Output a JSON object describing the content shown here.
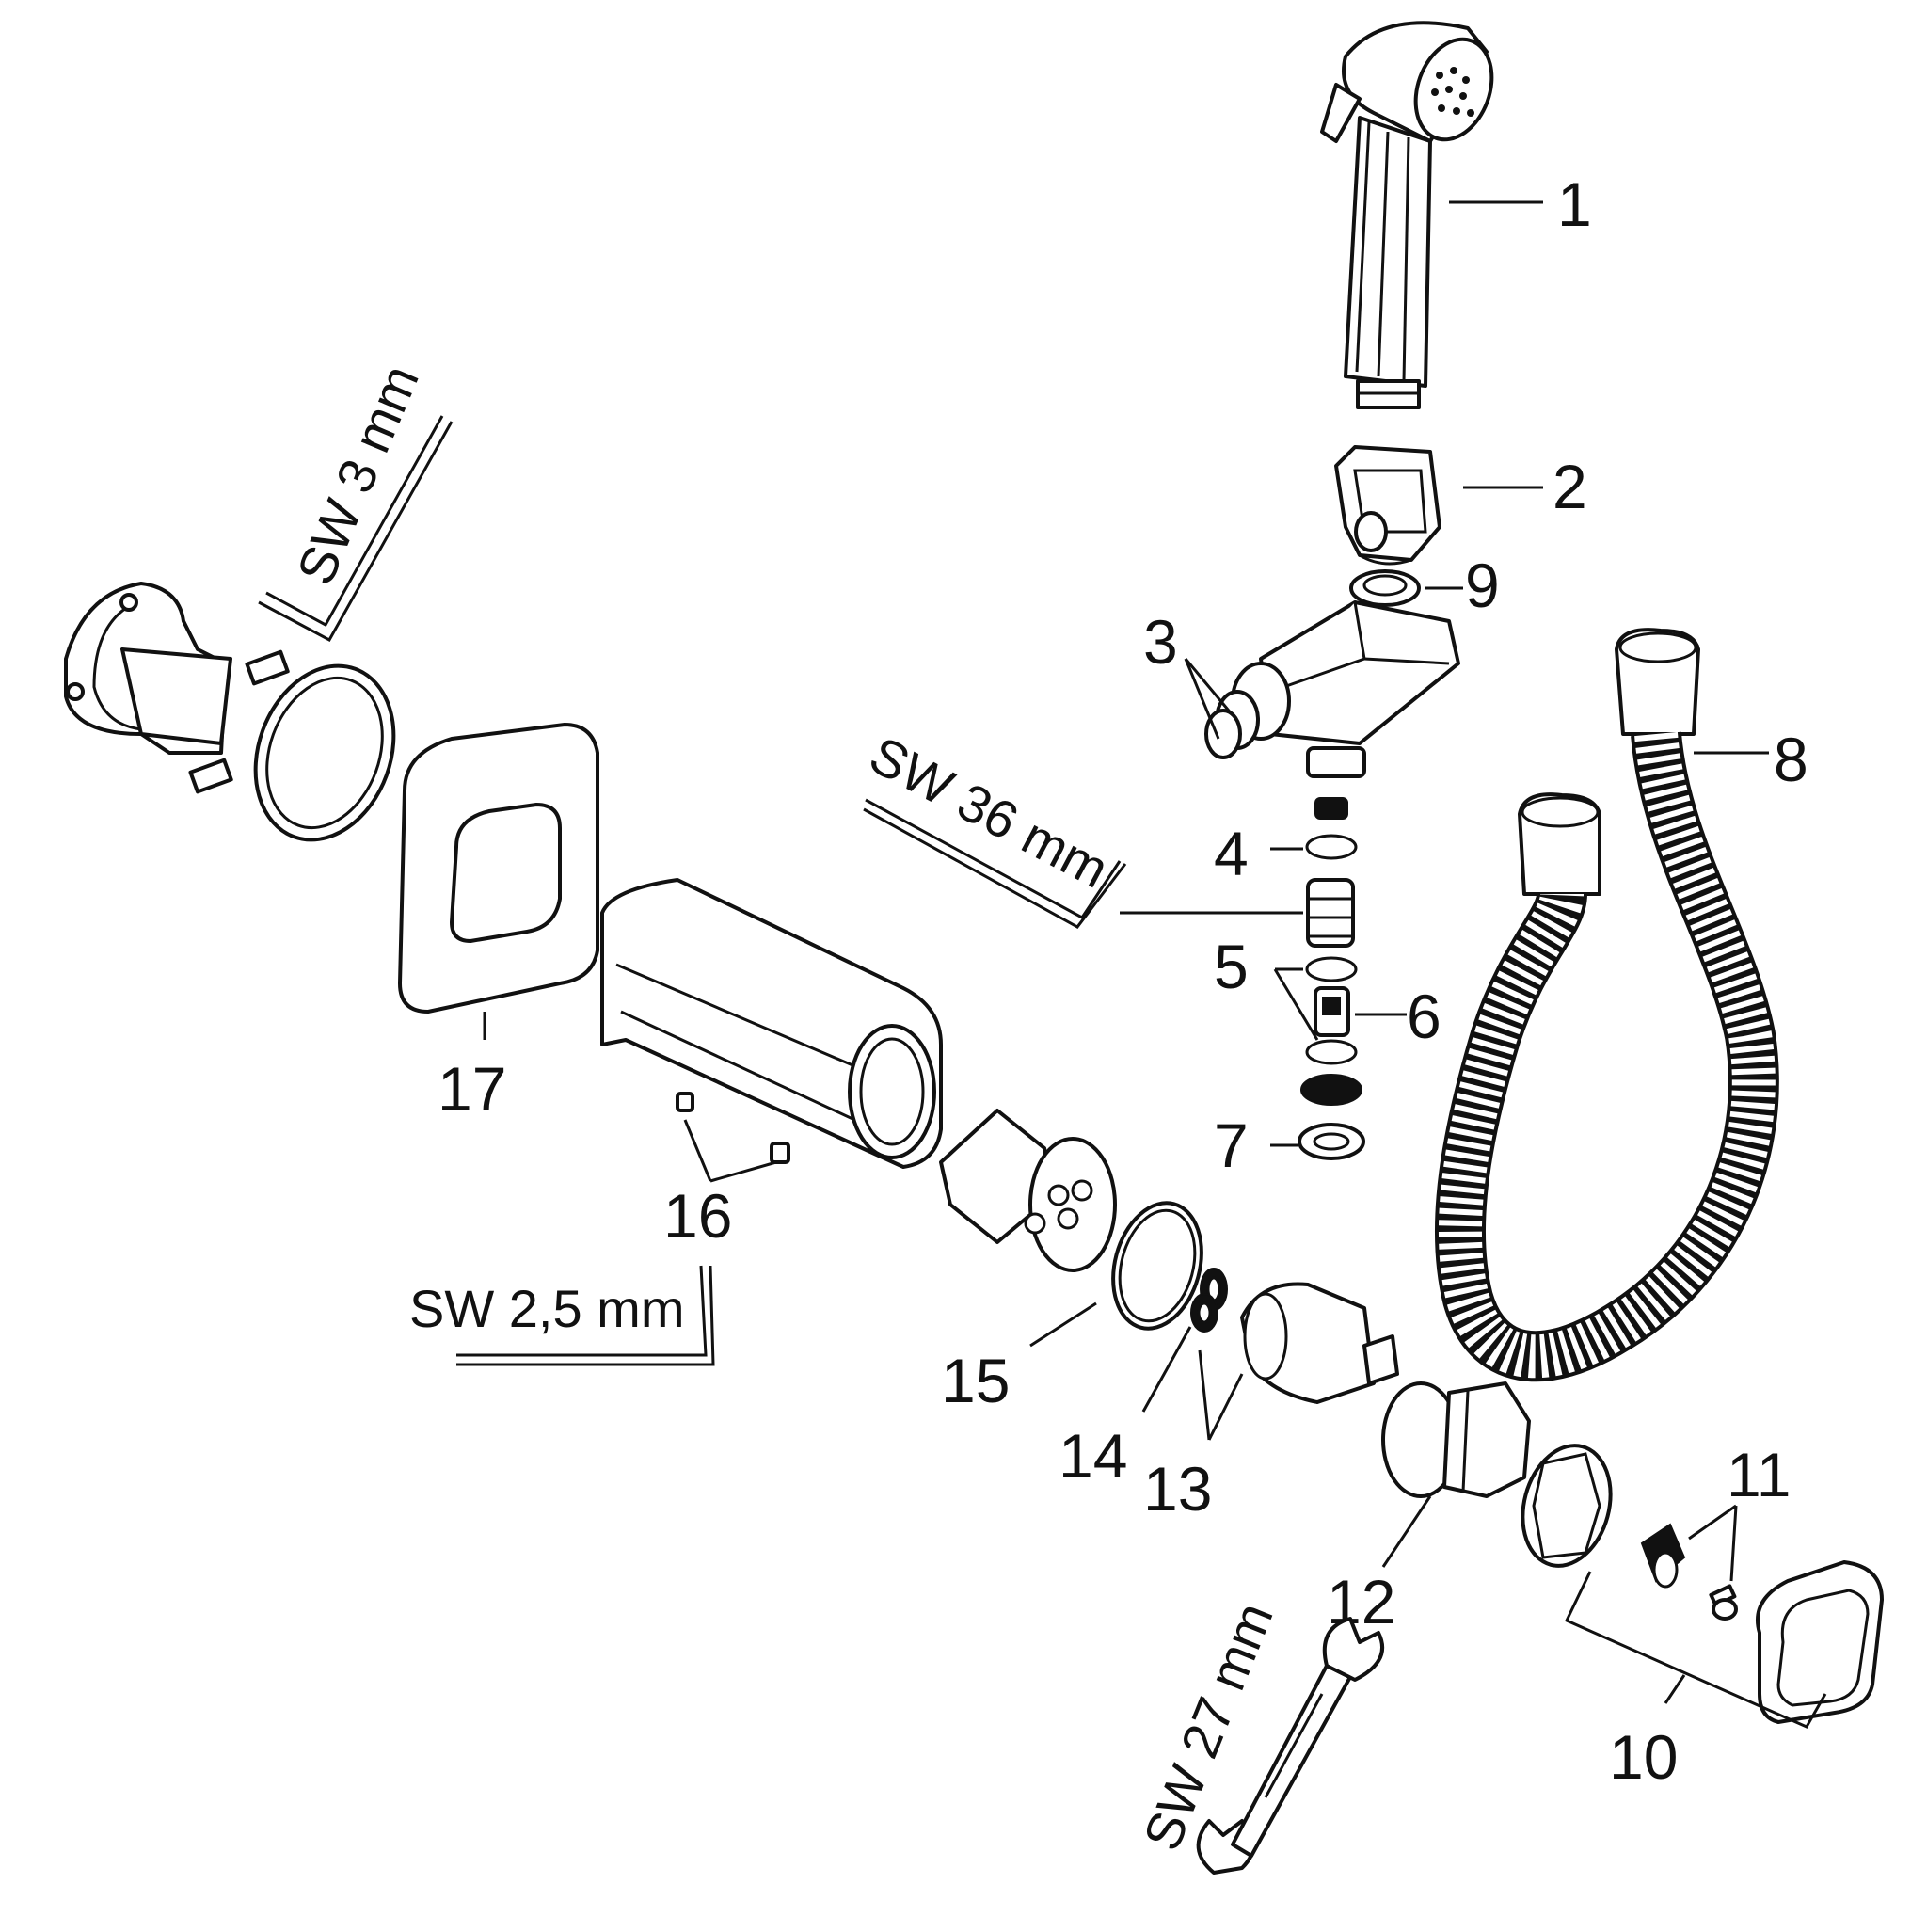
{
  "part_numbers": {
    "p1": "1",
    "p2": "2",
    "p3": "3",
    "p4": "4",
    "p5": "5",
    "p6": "6",
    "p7": "7",
    "p8": "8",
    "p9": "9",
    "p10": "10",
    "p11": "11",
    "p12": "12",
    "p13": "13",
    "p14": "14",
    "p15": "15",
    "p16": "16",
    "p17": "17"
  },
  "tool_labels": {
    "sw3": "SW 3 mm",
    "sw36": "SW 36 mm",
    "sw25": "SW 2,5 mm",
    "sw27": "SW 27 mm"
  }
}
